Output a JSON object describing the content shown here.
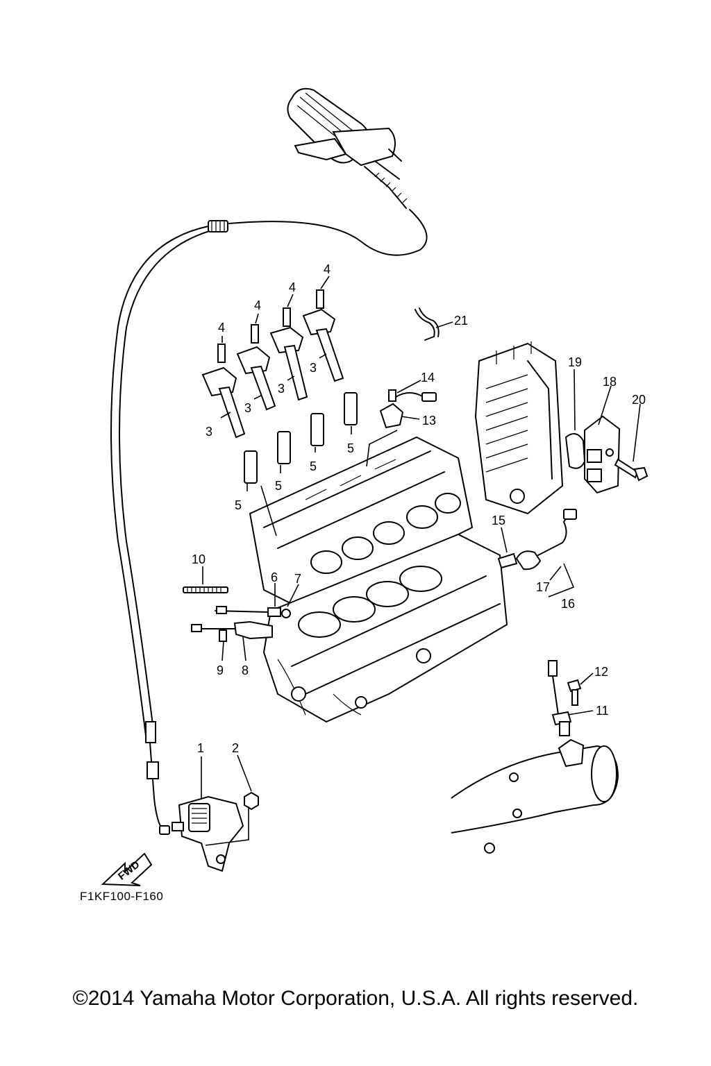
{
  "diagram": {
    "code": "F1KF100-F160",
    "copyright": "©2014 Yamaha Motor Corporation, U.S.A. All rights reserved.",
    "fwd_label": "FWD",
    "callouts": {
      "c1": "1",
      "c2": "2",
      "c3a": "3",
      "c3b": "3",
      "c3c": "3",
      "c3d": "3",
      "c4a": "4",
      "c4b": "4",
      "c4c": "4",
      "c4d": "4",
      "c5a": "5",
      "c5b": "5",
      "c5c": "5",
      "c5d": "5",
      "c6": "6",
      "c7": "7",
      "c8": "8",
      "c9": "9",
      "c10": "10",
      "c11": "11",
      "c12": "12",
      "c13": "13",
      "c14": "14",
      "c15": "15",
      "c16": "16",
      "c17": "17",
      "c18": "18",
      "c19": "19",
      "c20": "20",
      "c21": "21"
    }
  }
}
